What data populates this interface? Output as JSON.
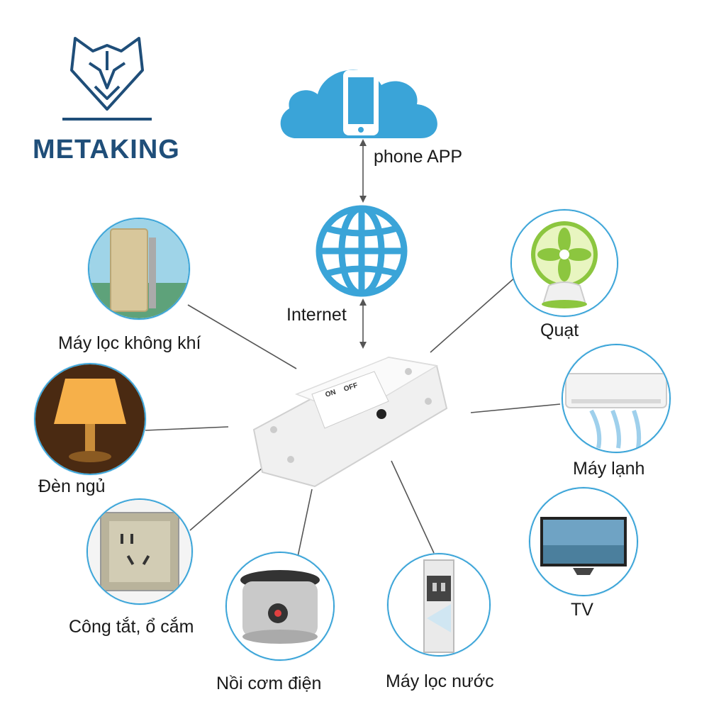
{
  "brand": {
    "name": "METAKING",
    "logo_icon": "lion-head-icon",
    "color": "#1f4e79"
  },
  "cloud": {
    "icon": "cloud-smartphone-icon",
    "label": "phone APP",
    "color": "#3aa4d8"
  },
  "internet": {
    "icon": "globe-icon",
    "label": "Internet",
    "color": "#3aa4d8"
  },
  "device": {
    "icon": "smart-switch-icon",
    "on_label": "ON",
    "off_label": "OFF"
  },
  "appliances": [
    {
      "id": "air-purifier",
      "label": "Máy lọc không khí",
      "icon": "air-purifier-icon"
    },
    {
      "id": "night-lamp",
      "label": "Đèn ngủ",
      "icon": "lamp-icon"
    },
    {
      "id": "socket",
      "label": "Công tắt, ổ cắm",
      "icon": "socket-icon"
    },
    {
      "id": "rice-cooker",
      "label": "Nồi cơm điện",
      "icon": "rice-cooker-icon"
    },
    {
      "id": "water-purifier",
      "label": "Máy lọc nước",
      "icon": "water-dispenser-icon"
    },
    {
      "id": "tv",
      "label": "TV",
      "icon": "tv-icon"
    },
    {
      "id": "air-conditioner",
      "label": "Máy lạnh",
      "icon": "air-conditioner-icon"
    },
    {
      "id": "fan",
      "label": "Quạt",
      "icon": "fan-icon"
    }
  ]
}
